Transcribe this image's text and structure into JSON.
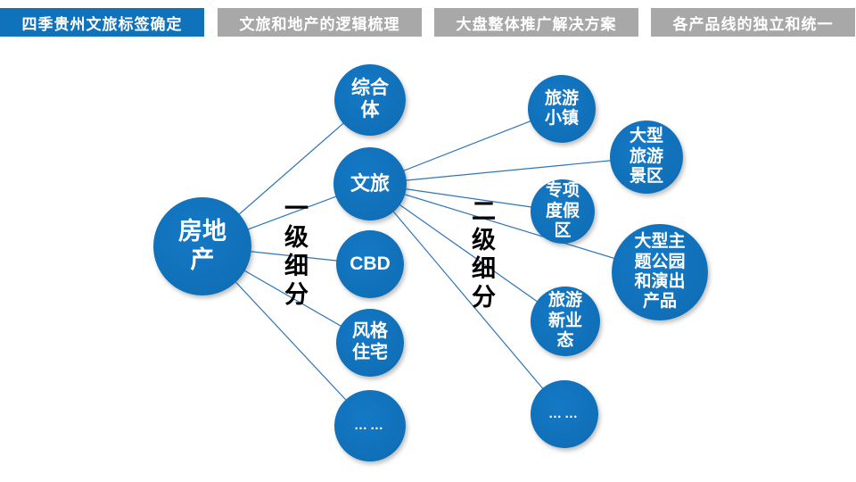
{
  "tabs": [
    {
      "label": "四季贵州文旅标签确定",
      "state": "active"
    },
    {
      "label": "文旅和地产的逻辑梳理",
      "state": "inactive"
    },
    {
      "label": "大盘整体推广解决方案",
      "state": "inactive"
    },
    {
      "label": "各产品线的独立和统一",
      "state": "inactive"
    }
  ],
  "colors": {
    "accent_blue": "#1172BC",
    "inactive_gray": "#A8A8A8",
    "node_blue": "#1173BD",
    "connector_blue": "#2E75B6",
    "node_text": "#FFFFFF",
    "caption_text": "#000000",
    "background": "#FFFFFF"
  },
  "diagram": {
    "root_node": {
      "label": "房地产"
    },
    "level1_caption": "一级细分",
    "level2_caption": "二级细分",
    "level1_nodes": [
      {
        "label": "综合体"
      },
      {
        "label": "文旅"
      },
      {
        "label": "CBD"
      },
      {
        "label": "风格住宅"
      },
      {
        "label": "……"
      }
    ],
    "level2_nodes": [
      {
        "label": "旅游小镇"
      },
      {
        "label": "大型旅游景区"
      },
      {
        "label": "专项度假区"
      },
      {
        "label": "大型主题公园和演出产品"
      },
      {
        "label": "旅游新业态"
      },
      {
        "label": "……"
      }
    ]
  }
}
